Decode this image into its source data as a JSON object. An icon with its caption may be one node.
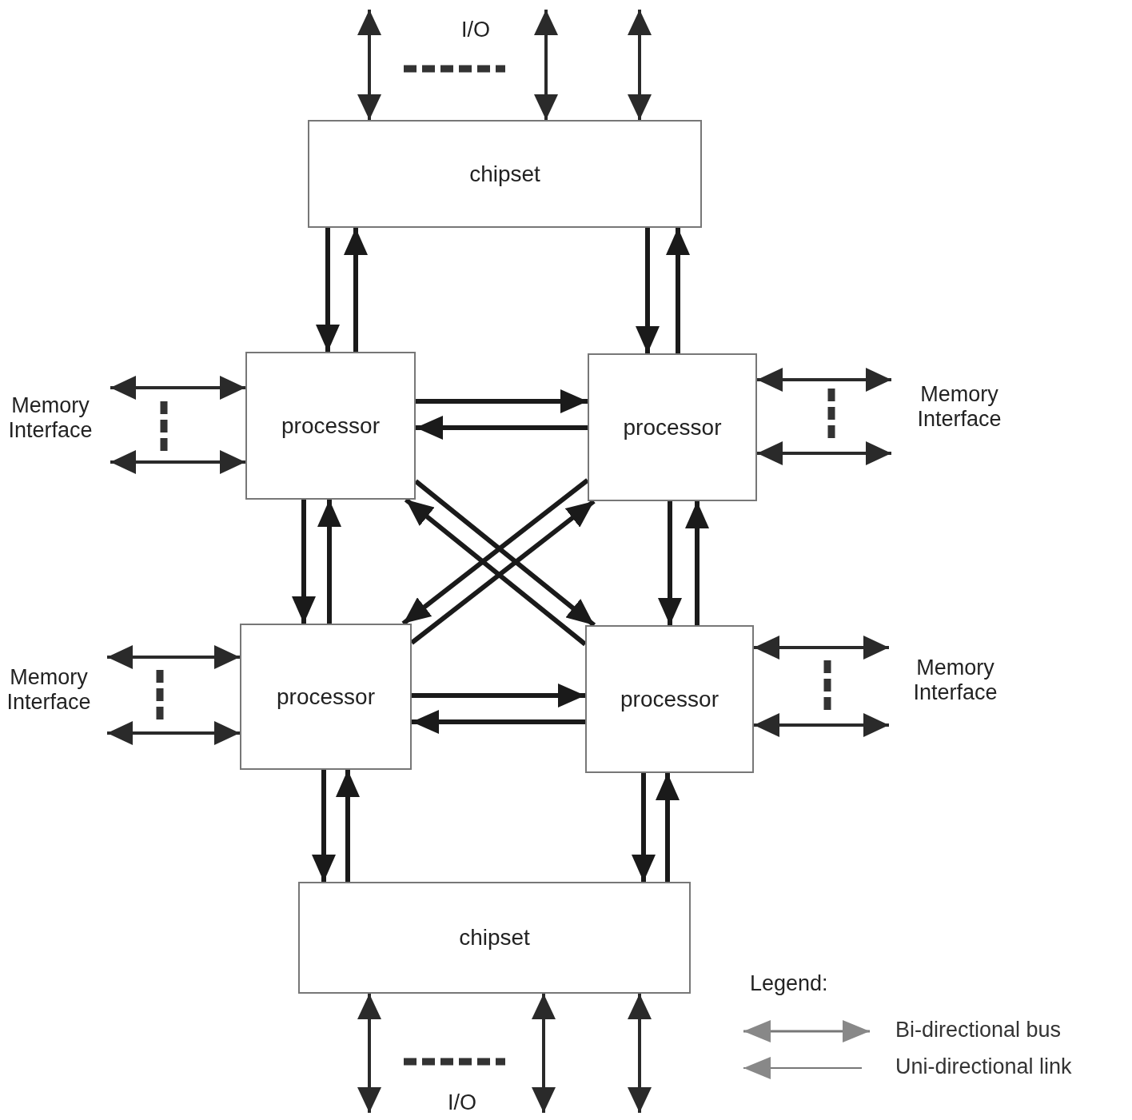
{
  "diagram": {
    "nodes": [
      {
        "text": [
          "chipset"
        ]
      },
      {
        "text": [
          "processor"
        ]
      },
      {
        "text": [
          "processor"
        ]
      },
      {
        "text": [
          "processor"
        ]
      },
      {
        "text": [
          "processor"
        ]
      },
      {
        "text": [
          "chipset"
        ]
      }
    ],
    "edges": [
      {
        "from": null,
        "to": 0,
        "arrow": "both"
      },
      {
        "from": null,
        "to": 0,
        "arrow": "both"
      },
      {
        "from": null,
        "to": 0,
        "arrow": "both"
      },
      {
        "from": 0,
        "to": 1,
        "arrow": "to"
      },
      {
        "from": 1,
        "to": 0,
        "arrow": "to"
      },
      {
        "from": 0,
        "to": 2,
        "arrow": "to"
      },
      {
        "from": 2,
        "to": 0,
        "arrow": "to"
      },
      {
        "from": null,
        "to": 1,
        "arrow": "both"
      },
      {
        "from": null,
        "to": 1,
        "arrow": "both"
      },
      {
        "from": 1,
        "to": 2,
        "arrow": "to"
      },
      {
        "from": 2,
        "to": 1,
        "arrow": "to"
      },
      {
        "from": null,
        "to": 2,
        "arrow": "both"
      },
      {
        "from": null,
        "to": 2,
        "arrow": "both"
      },
      {
        "from": 1,
        "to": 3,
        "arrow": "to"
      },
      {
        "from": 3,
        "to": 1,
        "arrow": "to"
      },
      {
        "from": 2,
        "to": 4,
        "arrow": "to"
      },
      {
        "from": 4,
        "to": 2,
        "arrow": "to"
      },
      {
        "from": 1,
        "to": 4,
        "arrow": "to"
      },
      {
        "from": 4,
        "to": 1,
        "arrow": "to"
      },
      {
        "from": 2,
        "to": 3,
        "arrow": "to"
      },
      {
        "from": 3,
        "to": 2,
        "arrow": "to"
      },
      {
        "from": null,
        "to": 3,
        "arrow": "both"
      },
      {
        "from": null,
        "to": 3,
        "arrow": "both"
      },
      {
        "from": 3,
        "to": 4,
        "arrow": "to"
      },
      {
        "from": 4,
        "to": 3,
        "arrow": "to"
      },
      {
        "from": null,
        "to": 4,
        "arrow": "both"
      },
      {
        "from": null,
        "to": 4,
        "arrow": "both"
      },
      {
        "from": 3,
        "to": 5,
        "arrow": "to"
      },
      {
        "from": 5,
        "to": 3,
        "arrow": "to"
      },
      {
        "from": 4,
        "to": 5,
        "arrow": "to"
      },
      {
        "from": 5,
        "to": 4,
        "arrow": "to"
      },
      {
        "from": null,
        "to": 5,
        "arrow": "both"
      },
      {
        "from": null,
        "to": 5,
        "arrow": "both"
      },
      {
        "from": null,
        "to": 5,
        "arrow": "both"
      }
    ],
    "labels": [
      "I/O",
      "Memory Interface",
      "Memory Interface",
      "Memory Interface",
      "Memory Interface",
      "Legend:",
      "I/O"
    ],
    "legend": [
      {
        "text": "Bi-directional bus"
      },
      {
        "text": "Uni-directional link"
      }
    ]
  }
}
